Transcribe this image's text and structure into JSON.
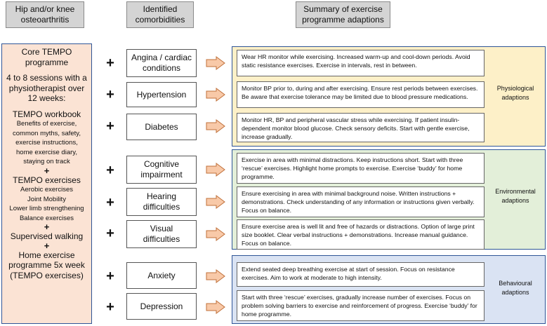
{
  "headers": {
    "col1": "Hip and/or knee\nosteoarthritis",
    "col2": "Identified\ncomorbidities",
    "col3": "Summary of exercise\nprogramme adaptions"
  },
  "programme": {
    "title": "Core TEMPO\nprogramme",
    "sessions": "4 to 8 sessions with a\nphysiotherapist over\n12 weeks:",
    "workbook_title": "TEMPO workbook",
    "workbook_items": "Benefits of exercise,\ncommon myths, safety,\nexercise instructions,\nhome exercise diary,\nstaying on track",
    "plus": "+",
    "exercises_title": "TEMPO exercises",
    "exercises_items": "Aerobic exercises\nJoint Mobility\nLower limb strengthening\nBalance exercises",
    "walking": "Supervised walking",
    "home": "Home exercise\nprogramme 5x week\n(TEMPO exercises)"
  },
  "plus_symbol": "+",
  "comorbidities": [
    {
      "label": "Angina / cardiac\nconditions",
      "adaption": "Wear HR monitor while exercising. Increased warm-up and cool-down periods. Avoid static resistance exercises. Exercise in intervals, rest in between."
    },
    {
      "label": "Hypertension",
      "adaption": "Monitor BP prior to, during and after exercising. Ensure rest periods between exercises. Be aware that exercise tolerance may be limited due to blood pressure medications."
    },
    {
      "label": "Diabetes",
      "adaption": "Monitor HR, BP and peripheral vascular stress while exercising. If patient insulin-dependent monitor blood glucose. Check sensory deficits. Start with gentle exercise, increase gradually."
    },
    {
      "label": "Cognitive\nimpairment",
      "adaption": "Exercise in area with minimal distractions. Keep instructions short. Start with three ‘rescue’ exercises. Highlight home prompts to exercise. Exercise ‘buddy’ for home programme."
    },
    {
      "label": "Hearing\ndifficulties",
      "adaption": "Ensure exercising in area with minimal background noise. Written instructions + demonstrations. Check understanding of any information or instructions given verbally. Focus on balance."
    },
    {
      "label": "Visual\ndifficulties",
      "adaption": "Ensure exercise area is well lit and free of hazards or distractions. Option of large print size booklet. Clear verbal instructions + demonstrations. Increase manual guidance. Focus on balance."
    },
    {
      "label": "Anxiety",
      "adaption": "Extend seated deep breathing exercise at start of session. Focus on resistance exercises. Aim to work at moderate to high intensity."
    },
    {
      "label": "Depression",
      "adaption": "Start with three ‘rescue’ exercises, gradually increase number of exercises. Focus on problem solving barriers to exercise and reinforcement of progress. Exercise ‘buddy’ for home programme."
    }
  ],
  "groups": [
    {
      "label": "Physiological\nadaptions",
      "color": "#fdf0c8"
    },
    {
      "label": "Environmental\nadaptions",
      "color": "#e3efd9"
    },
    {
      "label": "Behavioural\nadaptions",
      "color": "#dae3f3"
    }
  ],
  "colors": {
    "left_fill": "#fbe3d4",
    "arrow_fill": "#f8c9a8",
    "border_blue": "#2f5597",
    "header_fill": "#d4d4d4"
  }
}
